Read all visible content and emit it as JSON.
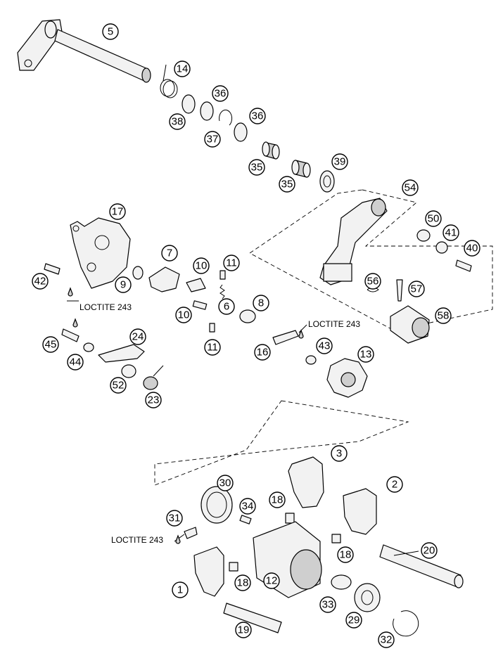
{
  "callouts": [
    {
      "id": "5",
      "label": "5"
    },
    {
      "id": "14",
      "label": "14"
    },
    {
      "id": "36a",
      "label": "36"
    },
    {
      "id": "38",
      "label": "38"
    },
    {
      "id": "37",
      "label": "37"
    },
    {
      "id": "36b",
      "label": "36"
    },
    {
      "id": "35a",
      "label": "35"
    },
    {
      "id": "35b",
      "label": "35"
    },
    {
      "id": "39",
      "label": "39"
    },
    {
      "id": "54",
      "label": "54"
    },
    {
      "id": "50",
      "label": "50"
    },
    {
      "id": "41",
      "label": "41"
    },
    {
      "id": "40",
      "label": "40"
    },
    {
      "id": "56",
      "label": "56"
    },
    {
      "id": "57",
      "label": "57"
    },
    {
      "id": "58",
      "label": "58"
    },
    {
      "id": "17",
      "label": "17"
    },
    {
      "id": "7",
      "label": "7"
    },
    {
      "id": "10a",
      "label": "10"
    },
    {
      "id": "11a",
      "label": "11"
    },
    {
      "id": "42",
      "label": "42"
    },
    {
      "id": "9",
      "label": "9"
    },
    {
      "id": "10b",
      "label": "10"
    },
    {
      "id": "6",
      "label": "6"
    },
    {
      "id": "8",
      "label": "8"
    },
    {
      "id": "45",
      "label": "45"
    },
    {
      "id": "24",
      "label": "24"
    },
    {
      "id": "11b",
      "label": "11"
    },
    {
      "id": "16",
      "label": "16"
    },
    {
      "id": "43",
      "label": "43"
    },
    {
      "id": "13",
      "label": "13"
    },
    {
      "id": "44",
      "label": "44"
    },
    {
      "id": "52",
      "label": "52"
    },
    {
      "id": "23",
      "label": "23"
    },
    {
      "id": "3",
      "label": "3"
    },
    {
      "id": "2",
      "label": "2"
    },
    {
      "id": "30",
      "label": "30"
    },
    {
      "id": "18a",
      "label": "18"
    },
    {
      "id": "34",
      "label": "34"
    },
    {
      "id": "31",
      "label": "31"
    },
    {
      "id": "18b",
      "label": "18"
    },
    {
      "id": "20",
      "label": "20"
    },
    {
      "id": "1",
      "label": "1"
    },
    {
      "id": "18c",
      "label": "18"
    },
    {
      "id": "12",
      "label": "12"
    },
    {
      "id": "33",
      "label": "33"
    },
    {
      "id": "29",
      "label": "29"
    },
    {
      "id": "19",
      "label": "19"
    },
    {
      "id": "32",
      "label": "32"
    }
  ],
  "loctite_labels": [
    {
      "id": "loctite-left",
      "text": "LOCTITE 243"
    },
    {
      "id": "loctite-mid",
      "text": "LOCTITE 243"
    },
    {
      "id": "loctite-bottom",
      "text": "LOCTITE 243"
    }
  ]
}
